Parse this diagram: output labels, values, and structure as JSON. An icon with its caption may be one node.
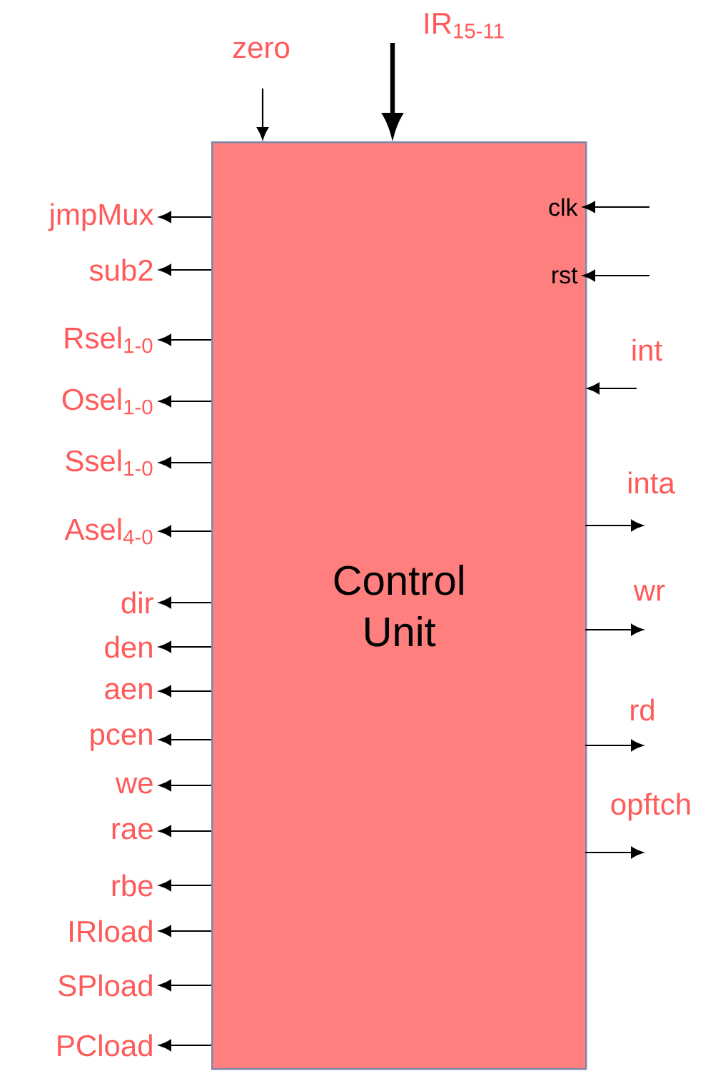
{
  "diagram": {
    "nodes": [
      {
        "text": [
          "Control Unit"
        ]
      },
      {
        "text": [
          "jmpMux"
        ]
      },
      {
        "text": [
          "sub2"
        ]
      },
      {
        "text": [
          "Rsel$_{1-0}$"
        ]
      },
      {
        "text": [
          "Osel$_{1-0}$"
        ]
      },
      {
        "text": [
          "Ssel$_{1-0}$"
        ]
      },
      {
        "text": [
          "Asel$_{4-0}$"
        ]
      },
      {
        "text": [
          "dir"
        ]
      },
      {
        "text": [
          "den"
        ]
      },
      {
        "text": [
          "aen"
        ]
      },
      {
        "text": [
          "pcen"
        ]
      },
      {
        "text": [
          "we"
        ]
      },
      {
        "text": [
          "rae"
        ]
      },
      {
        "text": [
          "rbe"
        ]
      },
      {
        "text": [
          "IRload"
        ]
      },
      {
        "text": [
          "SPload"
        ]
      },
      {
        "text": [
          "PCload"
        ]
      },
      {
        "text": [
          "clk"
        ],
        "in": 0
      },
      {
        "text": [
          "rst"
        ],
        "in": 0
      }
    ],
    "edges": [
      {
        "from": null,
        "to": 0,
        "arrow": "to",
        "label": "zero"
      },
      {
        "from": null,
        "to": 0,
        "arrow": "to",
        "label": "IR$_{15-11}$",
        "style": "thick"
      },
      {
        "from": 0,
        "to": 1,
        "arrow": "to"
      },
      {
        "from": 0,
        "to": 2,
        "arrow": "to"
      },
      {
        "from": 0,
        "to": 3,
        "arrow": "to"
      },
      {
        "from": 0,
        "to": 4,
        "arrow": "to"
      },
      {
        "from": 0,
        "to": 5,
        "arrow": "to"
      },
      {
        "from": 0,
        "to": 6,
        "arrow": "to"
      },
      {
        "from": 0,
        "to": 7,
        "arrow": "to"
      },
      {
        "from": 0,
        "to": 8,
        "arrow": "to"
      },
      {
        "from": 0,
        "to": 9,
        "arrow": "to"
      },
      {
        "from": 0,
        "to": 10,
        "arrow": "to"
      },
      {
        "from": 0,
        "to": 11,
        "arrow": "to"
      },
      {
        "from": 0,
        "to": 12,
        "arrow": "to"
      },
      {
        "from": 0,
        "to": 13,
        "arrow": "to"
      },
      {
        "from": 0,
        "to": 14,
        "arrow": "to"
      },
      {
        "from": 0,
        "to": 15,
        "arrow": "to"
      },
      {
        "from": 0,
        "to": 16,
        "arrow": "to"
      },
      {
        "from": null,
        "to": 17,
        "arrow": "to"
      },
      {
        "from": null,
        "to": 18,
        "arrow": "to"
      },
      {
        "from": null,
        "to": 0,
        "arrow": "to",
        "label": "int"
      },
      {
        "from": 0,
        "to": null,
        "arrow": "to",
        "label": "inta"
      },
      {
        "from": 0,
        "to": null,
        "arrow": "to",
        "label": "wr"
      },
      {
        "from": 0,
        "to": null,
        "arrow": "to",
        "label": "rd"
      },
      {
        "from": 0,
        "to": null,
        "arrow": "to",
        "label": "opftch"
      }
    ]
  }
}
